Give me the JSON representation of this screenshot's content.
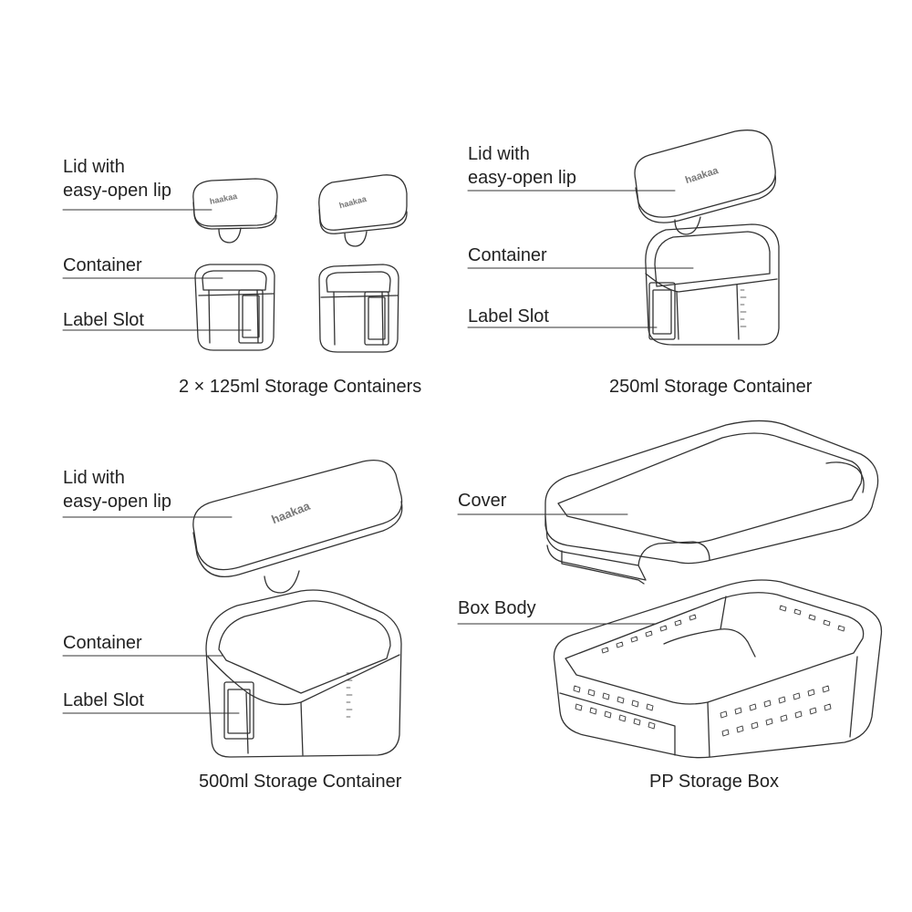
{
  "panels": {
    "p125": {
      "lid_label_1": "Lid with",
      "lid_label_2": "easy-open lip",
      "container_label": "Container",
      "slot_label": "Label Slot",
      "caption": "2 × 125ml Storage Containers",
      "brand": "haakaa"
    },
    "p250": {
      "lid_label_1": "Lid with",
      "lid_label_2": "easy-open lip",
      "container_label": "Container",
      "slot_label": "Label Slot",
      "caption": "250ml Storage Container",
      "brand": "haakaa"
    },
    "p500": {
      "lid_label_1": "Lid with",
      "lid_label_2": "easy-open lip",
      "container_label": "Container",
      "slot_label": "Label Slot",
      "caption": "500ml Storage Container",
      "brand": "haakaa"
    },
    "pbox": {
      "cover_label": "Cover",
      "body_label": "Box Body",
      "caption": "PP Storage Box"
    }
  },
  "colors": {
    "line": "#333333",
    "text": "#222222"
  }
}
